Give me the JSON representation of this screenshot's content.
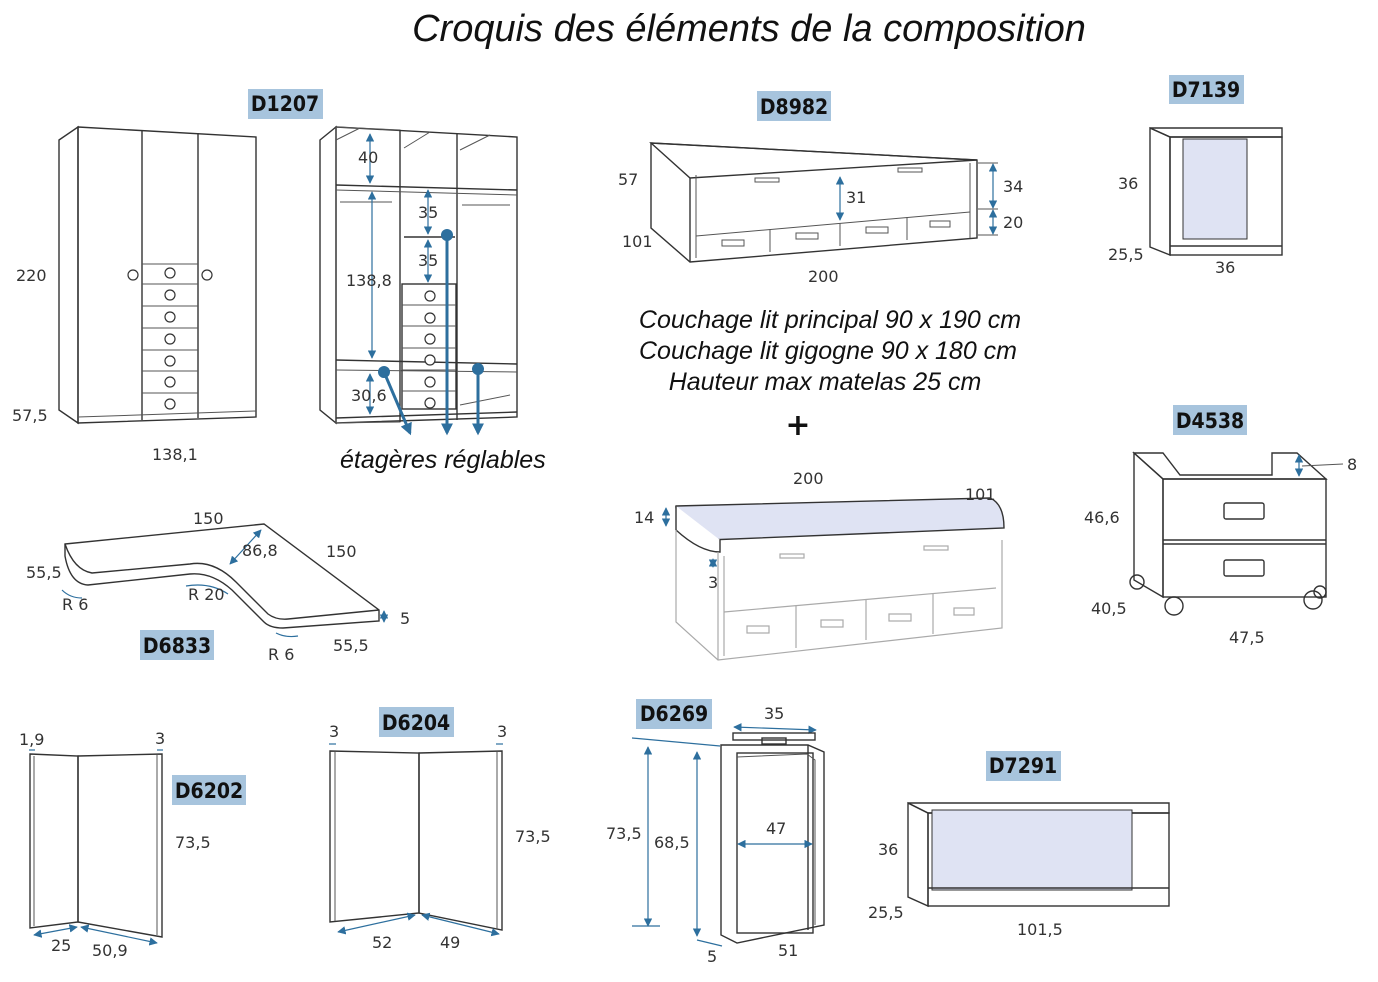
{
  "title": "Croquis des éléments de la composition",
  "colors": {
    "accent": "#2d6f9e",
    "code_background": "#a7c4dd",
    "panel_fill": "#dfe3f3"
  },
  "bed_notes": [
    "Couchage lit principal 90 x 190 cm",
    "Couchage lit gigogne 90 x 180 cm",
    "Hauteur max matelas 25 cm"
  ],
  "plus_sign": "+",
  "shelves_note": "étagères réglables",
  "elements": {
    "d1207": {
      "code": "D1207",
      "dims": {
        "height": "220",
        "depth": "57,5",
        "width": "138,1",
        "top_shelf": "40",
        "gap_a": "35",
        "gap_b": "35",
        "hang": "138,8",
        "low_shelf": "30,6"
      }
    },
    "d8982": {
      "code": "D8982",
      "dims": {
        "height": "57",
        "depth": "101",
        "width": "200",
        "front": "31",
        "side_top": "34",
        "side_bottom": "20"
      }
    },
    "d7139": {
      "code": "D7139",
      "dims": {
        "height": "36",
        "depth": "25,5",
        "width": "36"
      }
    },
    "d4538": {
      "code": "D4538",
      "dims": {
        "rim": "8",
        "height": "46,6",
        "depth": "40,5",
        "width": "47,5"
      }
    },
    "bed_top": {
      "dims": {
        "width": "200",
        "depth": "101",
        "rim": "14",
        "gap": "3"
      }
    },
    "d6833": {
      "code": "D6833",
      "dims": {
        "length_a": "150",
        "length_b": "150",
        "diag": "86,8",
        "depth_left": "55,5",
        "depth_right": "55,5",
        "radius_left": "R 6",
        "radius_middle": "R 20",
        "radius_right": "R 6",
        "thickness": "5"
      }
    },
    "d6202": {
      "code": "D6202",
      "dims": {
        "thick_left": "1,9",
        "thick_right": "3",
        "height": "73,5",
        "width_a": "25",
        "width_b": "50,9"
      }
    },
    "d6204": {
      "code": "D6204",
      "dims": {
        "thick_left": "3",
        "thick_right": "3",
        "height": "73,5",
        "width_a": "52",
        "width_b": "49"
      }
    },
    "d6269": {
      "code": "D6269",
      "dims": {
        "top_width": "35",
        "height_outer": "73,5",
        "height_inner": "68,5",
        "inner_width": "47",
        "bottom_gap": "5",
        "depth": "51"
      }
    },
    "d7291": {
      "code": "D7291",
      "dims": {
        "height": "36",
        "depth": "25,5",
        "width": "101,5"
      }
    }
  }
}
